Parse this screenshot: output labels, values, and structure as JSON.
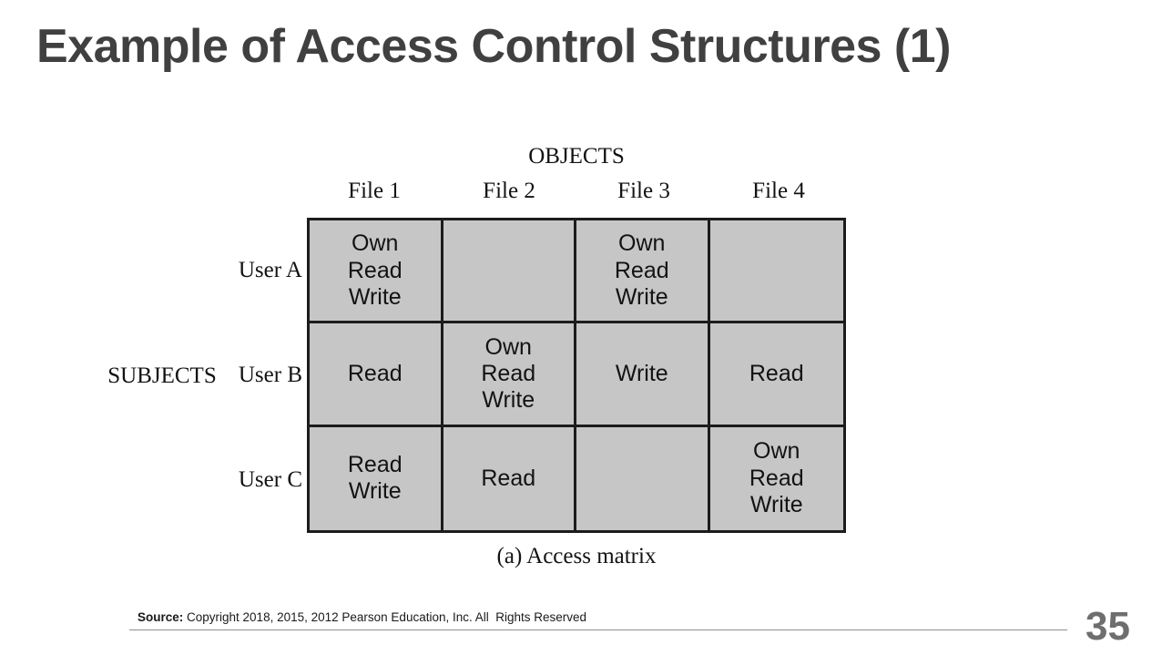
{
  "slide": {
    "title": "Example of Access Control Structures (1)",
    "page_number": "35",
    "title_color": "#404040",
    "page_number_color": "#6e6e6e"
  },
  "figure": {
    "objects_axis_label": "OBJECTS",
    "subjects_axis_label": "SUBJECTS",
    "caption": "(a) Access matrix",
    "cell_fill_color": "#c6c6c6",
    "cell_border_color": "#1c1c1c",
    "columns": [
      "File 1",
      "File 2",
      "File 3",
      "File 4"
    ],
    "rows": [
      "User A",
      "User B",
      "User C"
    ],
    "cells": [
      [
        {
          "permissions": [
            "Own",
            "Read",
            "Write"
          ]
        },
        {
          "permissions": []
        },
        {
          "permissions": [
            "Own",
            "Read",
            "Write"
          ]
        },
        {
          "permissions": []
        }
      ],
      [
        {
          "permissions": [
            "Read"
          ]
        },
        {
          "permissions": [
            "Own",
            "Read",
            "Write"
          ]
        },
        {
          "permissions": [
            "Write"
          ]
        },
        {
          "permissions": [
            "Read"
          ]
        }
      ],
      [
        {
          "permissions": [
            "Read",
            "Write"
          ]
        },
        {
          "permissions": [
            "Read"
          ]
        },
        {
          "permissions": []
        },
        {
          "permissions": [
            "Own",
            "Read",
            "Write"
          ]
        }
      ]
    ]
  },
  "footer": {
    "source_label": "Source:",
    "source_text": " Copyright 2018, 2015, 2012 Pearson Education, Inc. All  Rights Reserved"
  }
}
